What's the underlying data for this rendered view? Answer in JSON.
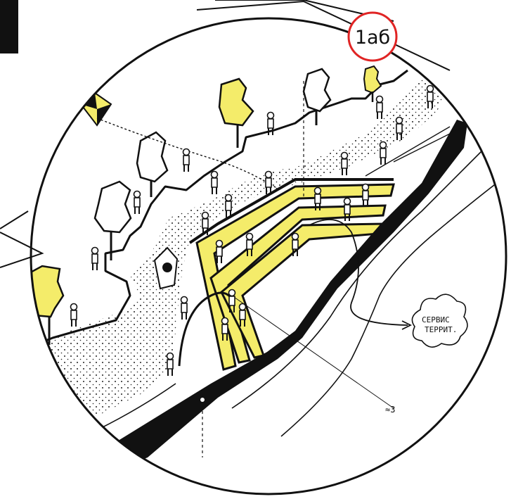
{
  "badge": {
    "label": "1аб",
    "ring_color": "#e02424"
  },
  "cloud_note": {
    "line1": "СЕРВИС",
    "line2": "ТЕРРИТ."
  },
  "footnote": "≈3",
  "colors": {
    "accent_yellow": "#f4ec6a",
    "ink": "#111111",
    "paper": "#ffffff"
  },
  "icons": [
    "tree-icon",
    "person-icon",
    "kite-icon",
    "bench-icon",
    "cloud-bubble-icon",
    "arrow-icon"
  ]
}
